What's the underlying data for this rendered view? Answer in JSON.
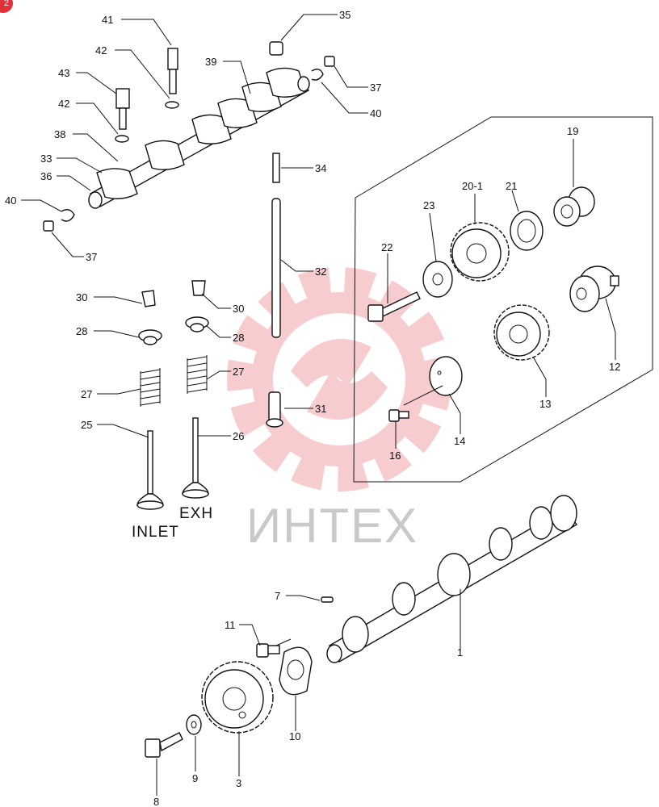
{
  "badge": "2",
  "watermark": {
    "text": "ИНТЕХ",
    "color": "#f2a3a8"
  },
  "captions": {
    "inlet": "INLET",
    "exhaust": "EXH"
  },
  "labels": [
    {
      "id": "41",
      "text": "41"
    },
    {
      "id": "42a",
      "text": "42"
    },
    {
      "id": "43",
      "text": "43"
    },
    {
      "id": "42b",
      "text": "42"
    },
    {
      "id": "38",
      "text": "38"
    },
    {
      "id": "33",
      "text": "33"
    },
    {
      "id": "36",
      "text": "36"
    },
    {
      "id": "40a",
      "text": "40"
    },
    {
      "id": "37a",
      "text": "37"
    },
    {
      "id": "39",
      "text": "39"
    },
    {
      "id": "35",
      "text": "35"
    },
    {
      "id": "37b",
      "text": "37"
    },
    {
      "id": "40b",
      "text": "40"
    },
    {
      "id": "34",
      "text": "34"
    },
    {
      "id": "32",
      "text": "32"
    },
    {
      "id": "30a",
      "text": "30"
    },
    {
      "id": "30b",
      "text": "30"
    },
    {
      "id": "28a",
      "text": "28"
    },
    {
      "id": "28b",
      "text": "28"
    },
    {
      "id": "27a",
      "text": "27"
    },
    {
      "id": "27b",
      "text": "27"
    },
    {
      "id": "31",
      "text": "31"
    },
    {
      "id": "25",
      "text": "25"
    },
    {
      "id": "26",
      "text": "26"
    },
    {
      "id": "19",
      "text": "19"
    },
    {
      "id": "20-1",
      "text": "20-1"
    },
    {
      "id": "21",
      "text": "21"
    },
    {
      "id": "23",
      "text": "23"
    },
    {
      "id": "22",
      "text": "22"
    },
    {
      "id": "12",
      "text": "12"
    },
    {
      "id": "13",
      "text": "13"
    },
    {
      "id": "14",
      "text": "14"
    },
    {
      "id": "16",
      "text": "16"
    },
    {
      "id": "7",
      "text": "7"
    },
    {
      "id": "11",
      "text": "11"
    },
    {
      "id": "1",
      "text": "1"
    },
    {
      "id": "10",
      "text": "10"
    },
    {
      "id": "3",
      "text": "3"
    },
    {
      "id": "9",
      "text": "9"
    },
    {
      "id": "8",
      "text": "8"
    }
  ]
}
